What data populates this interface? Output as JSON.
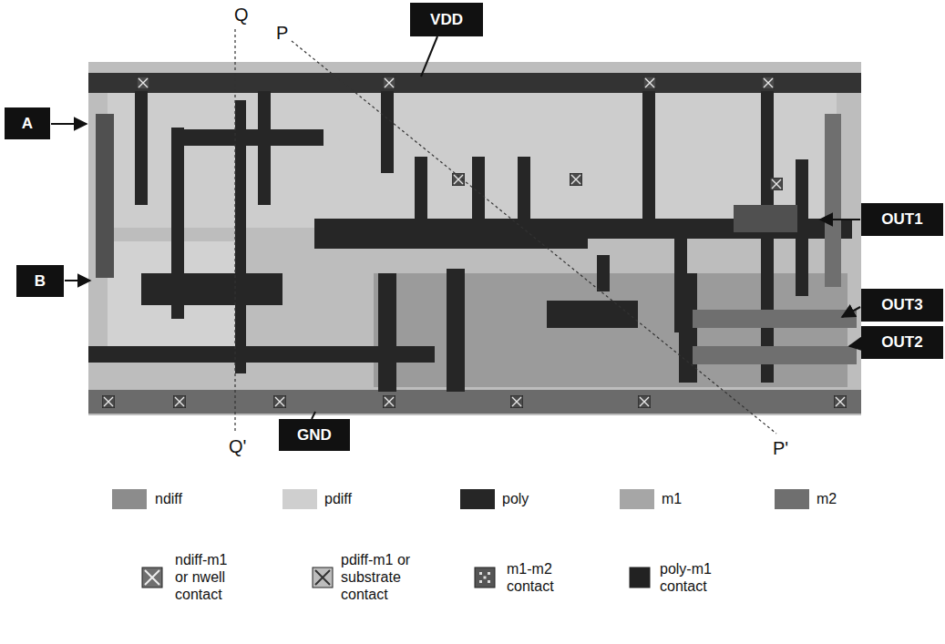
{
  "diagram": {
    "nodes": [
      {
        "text": [
          "VDD"
        ]
      },
      {
        "text": [
          "A"
        ]
      },
      {
        "text": [
          "OUT1"
        ]
      },
      {
        "text": [
          "B"
        ]
      },
      {
        "text": [
          "OUT3"
        ]
      },
      {
        "text": [
          "OUT2"
        ]
      },
      {
        "text": [
          "GND"
        ]
      }
    ],
    "labels": [
      "Q",
      "P",
      "Q'",
      "P'"
    ],
    "legend": [
      {
        "text": "ndiff",
        "color": "#8c8c8c"
      },
      {
        "text": "pdiff",
        "color": "#cfcfcf"
      },
      {
        "text": "poly",
        "color": "#262626"
      },
      {
        "text": "m1",
        "color": "#a6a6a6"
      },
      {
        "text": "m2",
        "color": "#6f6f6f"
      },
      {
        "text": "ndiff-m1 or nwell contact"
      },
      {
        "text": "pdiff-m1 or substrate contact"
      },
      {
        "text": "m1-m2 contact"
      },
      {
        "text": "poly-m1 contact"
      }
    ]
  }
}
